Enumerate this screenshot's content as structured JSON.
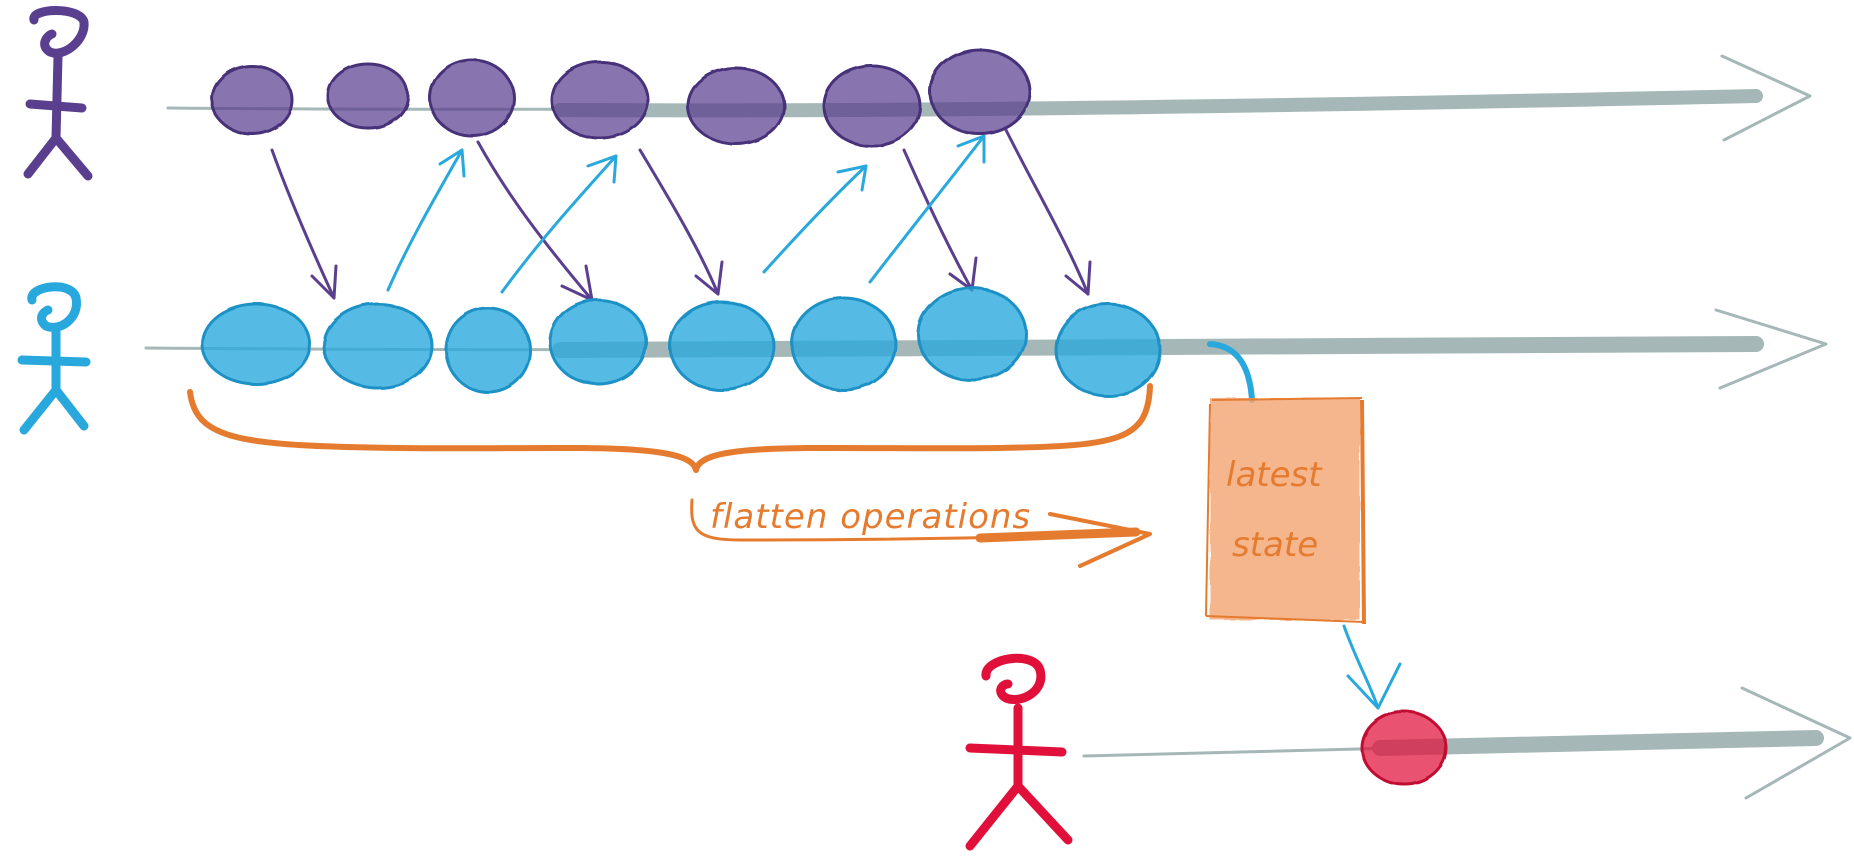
{
  "colors": {
    "user_a": "#5b3f8f",
    "user_b": "#29a8dd",
    "user_c": "#e0103a",
    "timeline": "#a6b7b7",
    "brace": "#e57b2f",
    "state_fill": "#f4a574",
    "state_border": "#e57b2f"
  },
  "actors": [
    {
      "id": "user-a",
      "icon": "stick-figure-icon",
      "color": "#5b3f8f"
    },
    {
      "id": "user-b",
      "icon": "stick-figure-icon",
      "color": "#29a8dd"
    },
    {
      "id": "user-c",
      "icon": "stick-figure-icon",
      "color": "#e0103a"
    }
  ],
  "timelines": {
    "user_a_operations": 7,
    "user_b_operations": 8,
    "user_c_operations": 1
  },
  "labels": {
    "flatten": "flatten operations",
    "state_line1": "latest",
    "state_line2": "state"
  }
}
